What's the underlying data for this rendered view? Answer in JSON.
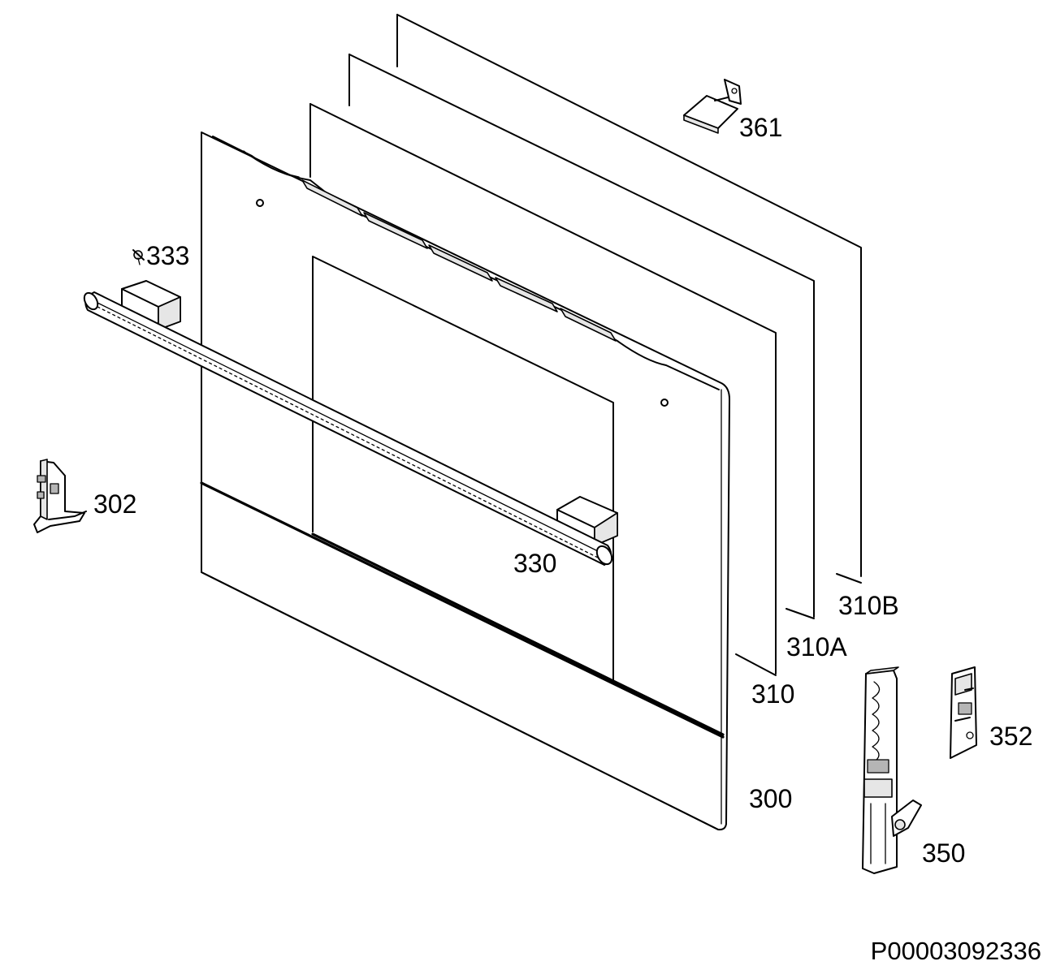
{
  "parts": [
    {
      "id": "p361",
      "label": "361"
    },
    {
      "id": "p333",
      "label": "333"
    },
    {
      "id": "p302",
      "label": "302"
    },
    {
      "id": "p330",
      "label": "330"
    },
    {
      "id": "p310B",
      "label": "310B"
    },
    {
      "id": "p310A",
      "label": "310A"
    },
    {
      "id": "p310",
      "label": "310"
    },
    {
      "id": "p300",
      "label": "300"
    },
    {
      "id": "p352",
      "label": "352"
    },
    {
      "id": "p350",
      "label": "350"
    }
  ],
  "document_id": "P00003092336"
}
